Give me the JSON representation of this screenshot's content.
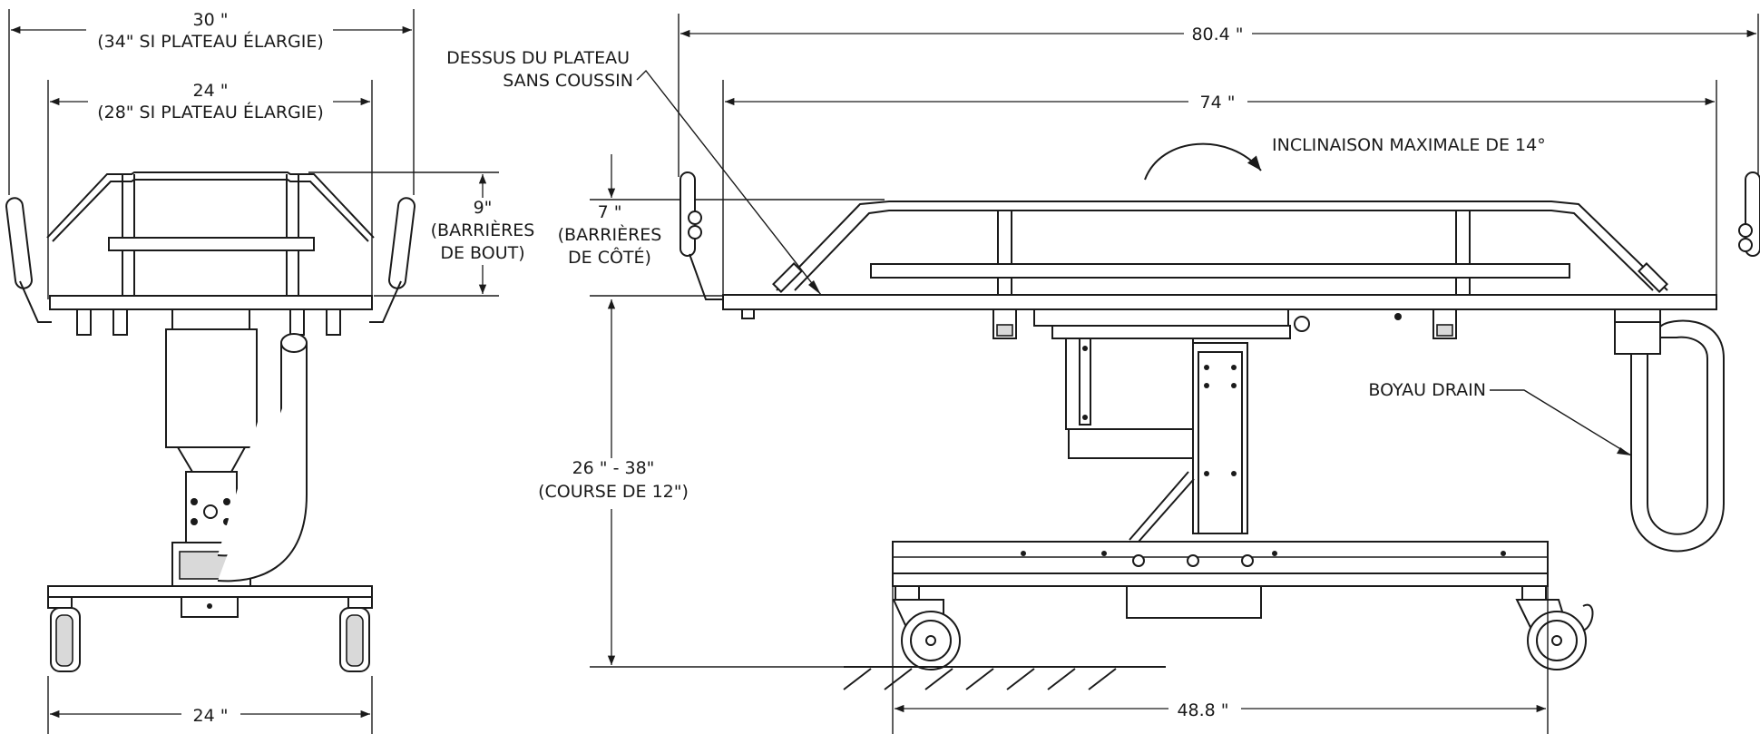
{
  "front_view": {
    "overall_width": "30 \"",
    "overall_width_note": "(34\" SI PLATEAU ÉLARGIE)",
    "tray_width": "24 \"",
    "tray_width_note": "(28\" SI PLATEAU ÉLARGIE)",
    "end_rail_height": "9\"",
    "end_rail_note_1": "(BARRIÈRES",
    "end_rail_note_2": "DE BOUT)",
    "base_width": "24 \""
  },
  "side_view": {
    "overall_length": "80.4 \"",
    "tray_length": "74 \"",
    "tray_top_label_1": "DESSUS DU PLATEAU",
    "tray_top_label_2": "SANS COUSSIN",
    "tilt_label": "INCLINAISON MAXIMALE DE 14°",
    "side_rail_height": "7 \"",
    "side_rail_note_1": "(BARRIÈRES",
    "side_rail_note_2": "DE CÔTÉ)",
    "height_range": "26 \" - 38\"",
    "height_travel": "(COURSE DE 12\")",
    "drain_hose_label": "BOYAU DRAIN",
    "wheelbase_length": "48.8 \""
  },
  "colors": {
    "line": "#1a1a1a",
    "fill": "#ffffff",
    "shade": "#d9d9d9"
  }
}
